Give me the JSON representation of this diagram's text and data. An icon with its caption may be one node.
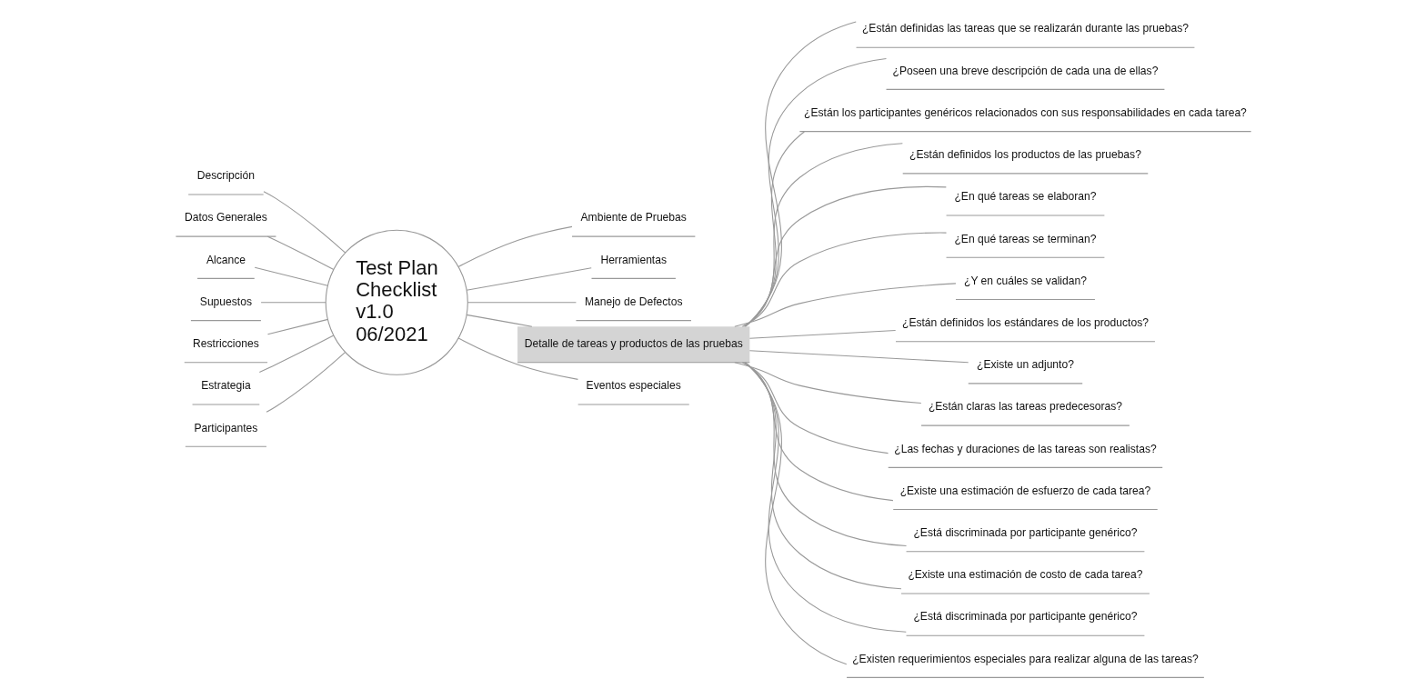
{
  "diagram": {
    "nodes": [
      {
        "text": [
          "Test Plan Checklist v1.0 06/2021"
        ]
      },
      {
        "text": [
          "Ambiente de Pruebas"
        ]
      },
      {
        "text": [
          "Herramientas"
        ]
      },
      {
        "text": [
          "Manejo de Defectos"
        ]
      },
      {
        "text": [
          "Descripción"
        ]
      },
      {
        "text": [
          "Datos Generales"
        ]
      },
      {
        "text": [
          "Alcance"
        ]
      },
      {
        "text": [
          "Supuestos"
        ]
      },
      {
        "text": [
          "Restricciones"
        ]
      },
      {
        "text": [
          "Estrategia"
        ]
      },
      {
        "text": [
          "Participantes"
        ]
      },
      {
        "text": [
          "Detalle de tareas y productos de las pruebas"
        ]
      },
      {
        "text": [
          "¿Están definidas las tareas que se realizarán durante las pruebas?"
        ]
      },
      {
        "text": [
          "¿Poseen una breve descripción de cada una de ellas?"
        ]
      },
      {
        "text": [
          "¿Están los participantes genéricos relacionados con sus responsabilidades en cada tarea?"
        ]
      },
      {
        "text": [
          "¿Están definidos los productos de las pruebas?"
        ]
      },
      {
        "text": [
          "¿En qué tareas se elaboran?"
        ]
      },
      {
        "text": [
          "¿En qué tareas se terminan?"
        ]
      },
      {
        "text": [
          "¿Y en cuáles se validan?"
        ]
      },
      {
        "text": [
          "¿Están definidos los estándares de los productos?"
        ]
      },
      {
        "text": [
          "¿Existe un adjunto?"
        ]
      },
      {
        "text": [
          "¿Están claras las tareas predecesoras?"
        ]
      },
      {
        "text": [
          "¿Las fechas y duraciones de las tareas son realistas?"
        ]
      },
      {
        "text": [
          "¿Existe una estimación de esfuerzo de cada tarea?"
        ]
      },
      {
        "text": [
          "¿Está discriminada por participante genérico?"
        ]
      },
      {
        "text": [
          "¿Existe una estimación de costo de cada tarea?"
        ]
      },
      {
        "text": [
          "¿Está discriminada por participante genérico?"
        ]
      },
      {
        "text": [
          "¿Existen requerimientos especiales para realizar alguna de las tareas?"
        ]
      },
      {
        "text": [
          "Eventos especiales"
        ]
      }
    ],
    "edges": [
      {
        "from": 0,
        "to": 1,
        "arrow": "none"
      },
      {
        "from": 0,
        "to": 2,
        "arrow": "none"
      },
      {
        "from": 0,
        "to": 3,
        "arrow": "none"
      },
      {
        "from": 4,
        "to": 0,
        "arrow": "none"
      },
      {
        "from": 5,
        "to": 0,
        "arrow": "none"
      },
      {
        "from": 6,
        "to": 0,
        "arrow": "none"
      },
      {
        "from": 7,
        "to": 0,
        "arrow": "none"
      },
      {
        "from": 8,
        "to": 0,
        "arrow": "none"
      },
      {
        "from": 9,
        "to": 0,
        "arrow": "none"
      },
      {
        "from": 10,
        "to": 0,
        "arrow": "none"
      },
      {
        "from": 0,
        "to": 11,
        "arrow": "none"
      },
      {
        "from": 11,
        "to": 12,
        "arrow": "none"
      },
      {
        "from": 11,
        "to": 13,
        "arrow": "none"
      },
      {
        "from": 11,
        "to": 14,
        "arrow": "none"
      },
      {
        "from": 11,
        "to": 15,
        "arrow": "none"
      },
      {
        "from": 11,
        "to": 16,
        "arrow": "none"
      },
      {
        "from": 11,
        "to": 17,
        "arrow": "none"
      },
      {
        "from": 11,
        "to": 18,
        "arrow": "none"
      },
      {
        "from": 11,
        "to": 19,
        "arrow": "none"
      },
      {
        "from": 11,
        "to": 20,
        "arrow": "none"
      },
      {
        "from": 11,
        "to": 21,
        "arrow": "none"
      },
      {
        "from": 11,
        "to": 22,
        "arrow": "none"
      },
      {
        "from": 11,
        "to": 23,
        "arrow": "none"
      },
      {
        "from": 11,
        "to": 24,
        "arrow": "none"
      },
      {
        "from": 11,
        "to": 25,
        "arrow": "none"
      },
      {
        "from": 11,
        "to": 26,
        "arrow": "none"
      },
      {
        "from": 11,
        "to": 27,
        "arrow": "none"
      },
      {
        "from": 0,
        "to": 28,
        "arrow": "none"
      }
    ]
  }
}
